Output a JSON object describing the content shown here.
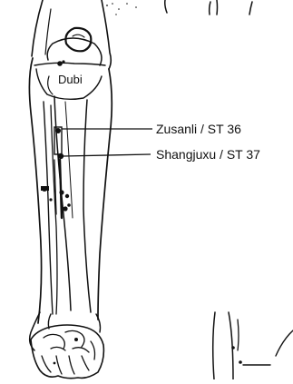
{
  "figure": {
    "labels": {
      "dubi": "Dubi",
      "zusanli": "Zusanli / ST 36",
      "shangjuxu": "Shangjuxu / ST 37"
    },
    "ink_color": "#111111",
    "background_color": "#ffffff"
  }
}
